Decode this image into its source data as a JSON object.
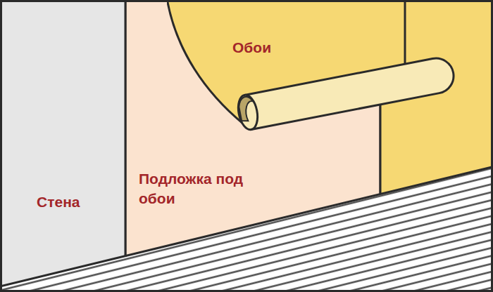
{
  "diagram": {
    "nodes": [
      {
        "text": [
          "Стена"
        ]
      },
      {
        "text": [
          "Подложка под обои"
        ]
      },
      {
        "text": [
          "Обои"
        ]
      }
    ],
    "edges": []
  }
}
